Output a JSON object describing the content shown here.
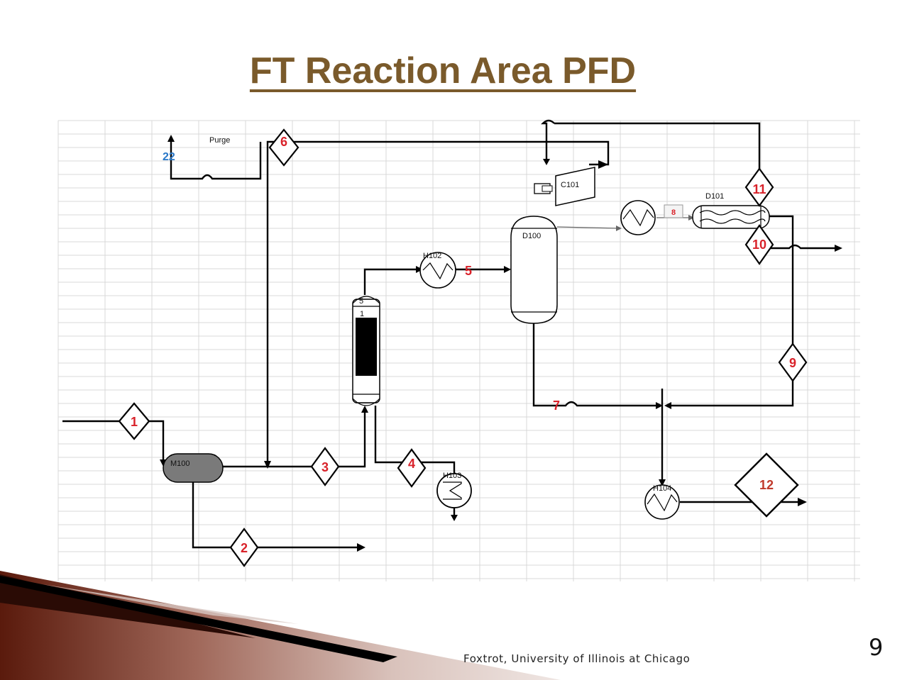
{
  "slide": {
    "title": "FT Reaction Area PFD",
    "footer": "Foxtrot, University of Illinois at Chicago",
    "page_number": "9"
  },
  "diagram": {
    "purge_label": "Purge",
    "stream_22": "22",
    "equipment": {
      "m100": "M100",
      "h102": "H102",
      "h103": "H103",
      "h104": "H104",
      "d100": "D100",
      "d101": "D101",
      "c101": "C101",
      "reactor_top": "5",
      "reactor_inner": "1"
    },
    "streams": {
      "s1": "1",
      "s2": "2",
      "s3": "3",
      "s4": "4",
      "s5": "5",
      "s6": "6",
      "s7": "7",
      "s8": "8",
      "s9": "9",
      "s10": "10",
      "s11": "11",
      "s12": "12"
    }
  },
  "colors": {
    "title": "#7a5a2b",
    "stream_numbers": "#d9222a",
    "stream_22": "#2a78c8",
    "corner_dark": "#5a1a0c"
  }
}
